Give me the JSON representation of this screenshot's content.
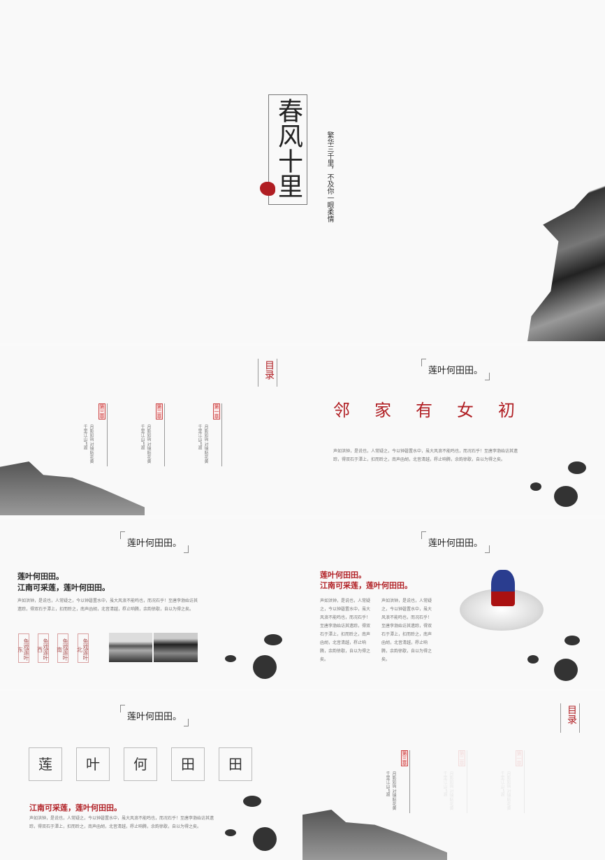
{
  "cover": {
    "title": "春风十里",
    "subtitle": "繁华三千里，不及你一眼柔情"
  },
  "contents": {
    "title": "目录",
    "chapters": [
      {
        "tag": "第三章",
        "lines": [
          "月影如钩",
          "对镜贴花黄",
          "千里江山飞渡"
        ]
      },
      {
        "tag": "第二章",
        "lines": [
          "月影如钩",
          "对镜贴花黄",
          "千里江山飞渡"
        ]
      },
      {
        "tag": "第一章",
        "lines": [
          "月影如钩",
          "对镜贴花黄",
          "千里江山飞渡"
        ]
      }
    ]
  },
  "slide_poem": {
    "heading": "莲叶何田田。",
    "chars": [
      "邻",
      "家",
      "有",
      "女",
      "初"
    ],
    "body": "声如洪钟，是说也，人常疑之，今以钟磬置水中，虽大风浪不能鸣也，而况石乎！至唐李渤始访其遗踪，得双石于潭上，扣而聆之，南声函胡，北音清越，桴止响腾，余韵徐歇，自以为得之矣。"
  },
  "slide_photos": {
    "heading": "莲叶何田田。",
    "line1": "莲叶何田田。",
    "line2": "江南可采莲，莲叶何田田。",
    "body": "声如洪钟，是说也，人常疑之，今以钟磬置水中，虽大风浪不能鸣也，而况石乎！至唐李渤始访其遗踪，得双石于潭上，扣而聆之，南声函胡，北音清越，桴止响腾，余韵徐歇，自以为得之矣。",
    "tags": [
      "鱼戏莲叶东",
      "鱼戏莲叶西",
      "鱼戏莲叶南",
      "鱼戏莲叶北"
    ]
  },
  "slide_temple": {
    "heading": "莲叶何田田。",
    "line1": "莲叶何田田。",
    "line2": "江南可采莲，莲叶何田田。",
    "col1": "声如洪钟，是说也，人常疑之，今以钟磬置水中，虽大风浪不能鸣也，而况石乎！至唐李渤始访其遗踪，得双石于潭上，扣而聆之，南声函胡，北音清越，桴止响腾，余韵徐歇，自以为得之矣。",
    "col2": "声如洪钟，是说也，人常疑之，今以钟磬置水中，虽大风浪不能鸣也，而况石乎！至唐李渤始访其遗踪，得双石于潭上，扣而聆之，南声函胡，北音清越，桴止响腾，余韵徐歇，自以为得之矣。"
  },
  "slide_boxes": {
    "heading": "莲叶何田田。",
    "boxes": [
      "莲",
      "叶",
      "何",
      "田",
      "田"
    ],
    "red": "江南可采莲，莲叶何田田。",
    "body": "声如洪钟，是说也，人常疑之，今以钟磬置水中，虽大风浪不能鸣也，而况石乎！至唐李渤始访其遗踪，得双石于潭上，扣而聆之，南声函胡，北音清越，桴止响腾，余韵徐歇，自以为得之矣。"
  },
  "contents2": {
    "title": "目录",
    "chapters": [
      {
        "tag": "第三章",
        "lines": [
          "月影如钩",
          "对镜贴花黄",
          "千里江山飞渡"
        ]
      },
      {
        "tag": "第二章",
        "lines": [
          "月影如钩",
          "对镜贴花黄",
          "千里江山飞渡"
        ]
      },
      {
        "tag": "第一章",
        "lines": [
          "月影如钩",
          "对镜贴花黄",
          "千里江山飞渡"
        ]
      }
    ]
  },
  "colors": {
    "accent": "#b01e23",
    "text": "#333333"
  }
}
